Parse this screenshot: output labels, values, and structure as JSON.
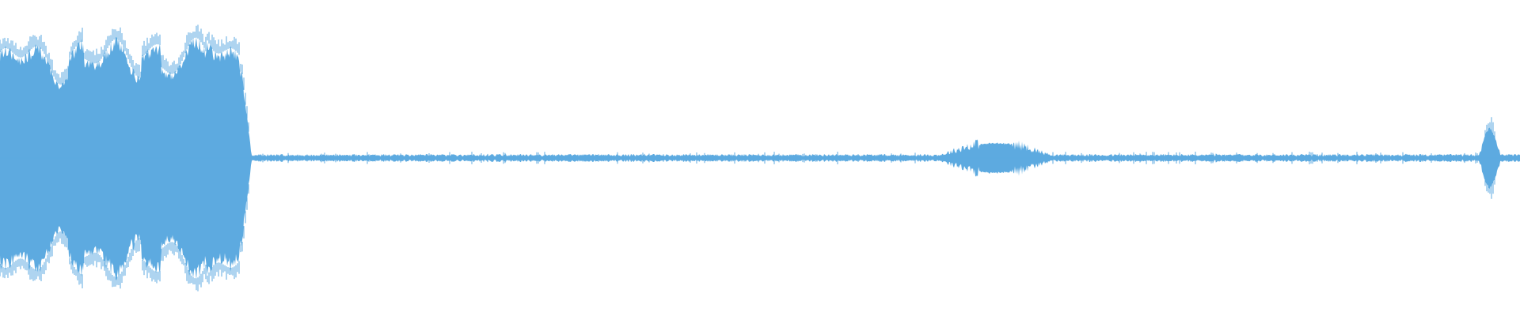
{
  "waveform": {
    "color": "#5DAAE0",
    "background": "#FFFFFF",
    "peak_amplitude": 1.0,
    "segments": [
      {
        "start": 0.0,
        "end": 0.166,
        "level": 0.78,
        "kind": "loud"
      },
      {
        "start": 0.166,
        "end": 0.61,
        "level": 0.02,
        "kind": "quiet"
      },
      {
        "start": 0.61,
        "end": 0.7,
        "level": 0.11,
        "kind": "swell"
      },
      {
        "start": 0.7,
        "end": 0.972,
        "level": 0.02,
        "kind": "quiet"
      },
      {
        "start": 0.972,
        "end": 0.988,
        "level": 0.22,
        "kind": "burst"
      },
      {
        "start": 0.988,
        "end": 1.0,
        "level": 0.02,
        "kind": "quiet"
      }
    ]
  }
}
